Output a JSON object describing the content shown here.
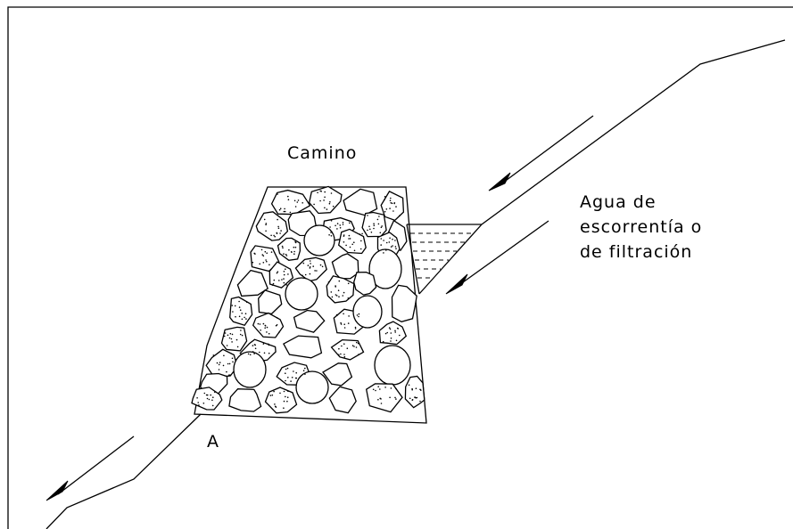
{
  "diagram": {
    "road_label": "Camino",
    "water_label_lines": [
      "Agua de",
      "escorrentía o",
      "de filtración"
    ],
    "point_label": "A",
    "colors": {
      "ink": "#000000",
      "background": "#ffffff"
    }
  }
}
